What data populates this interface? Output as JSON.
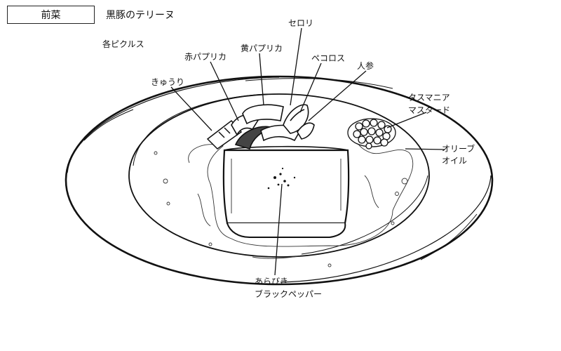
{
  "header": {
    "course": "前菜",
    "dish": "黒豚のテリーヌ"
  },
  "labels": {
    "pickles": "各ピクルス",
    "celery": "セロリ",
    "red_paprika": "赤パプリカ",
    "yellow_paprika": "黄パプリカ",
    "pecoros": "ペコロス",
    "carrot": "人参",
    "cucumber": "きゅうり",
    "mustard_line1": "タスマニア",
    "mustard_line2": "マスタード",
    "olive_line1": "オリーブ",
    "olive_line2": "オイル",
    "pepper_line1": "あらびき",
    "pepper_line2": "ブラックペッパー"
  }
}
